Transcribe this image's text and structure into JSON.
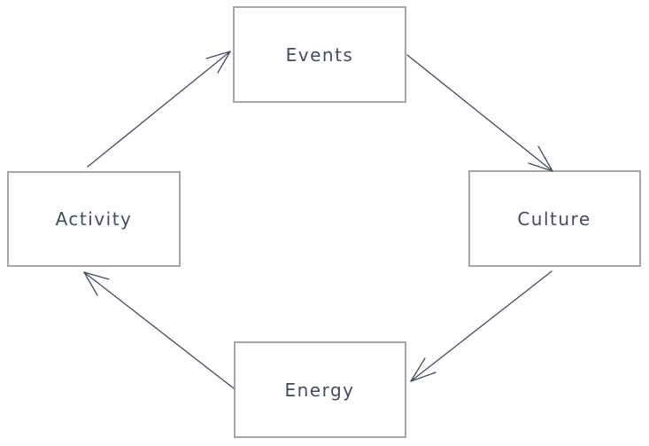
{
  "diagram": {
    "background_color": "#ffffff",
    "node_fill_color": "#ffffff",
    "node_border_color": "#a3a6ab",
    "text_color": "#434c5e",
    "arrow_color": "#434c5e",
    "nodes": [
      {
        "id": "events",
        "label": "Events",
        "position": "top"
      },
      {
        "id": "culture",
        "label": "Culture",
        "position": "right"
      },
      {
        "id": "energy",
        "label": "Energy",
        "position": "bottom"
      },
      {
        "id": "activity",
        "label": "Activity",
        "position": "left"
      }
    ],
    "edges": [
      {
        "from": "Activity",
        "to": "Events"
      },
      {
        "from": "Events",
        "to": "Culture"
      },
      {
        "from": "Culture",
        "to": "Energy"
      },
      {
        "from": "Energy",
        "to": "Activity"
      }
    ]
  }
}
